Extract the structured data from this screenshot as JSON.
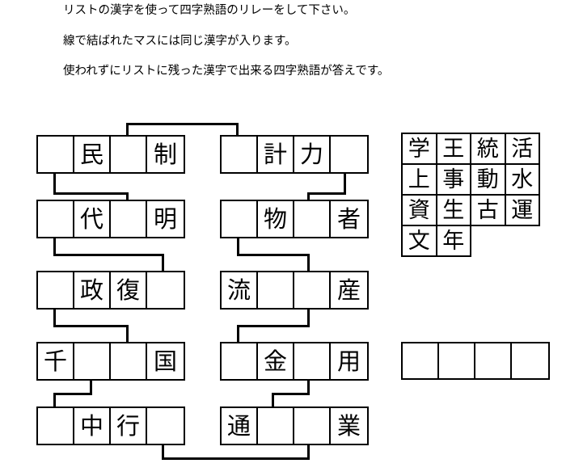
{
  "instructions": [
    "リストの漢字を使って四字熟語のリレーをして下さい。",
    "線で結ばれたマスには同じ漢字が入ります。",
    "使われずにリストに残った漢字で出来る四字熟語が答えです。"
  ],
  "puzzle": {
    "left_column": {
      "rows": [
        {
          "cells": [
            "",
            "民",
            "",
            "制"
          ]
        },
        {
          "cells": [
            "",
            "代",
            "",
            "明"
          ]
        },
        {
          "cells": [
            "",
            "政",
            "復",
            ""
          ]
        },
        {
          "cells": [
            "千",
            "",
            "",
            "国"
          ]
        },
        {
          "cells": [
            "",
            "中",
            "行",
            ""
          ]
        }
      ]
    },
    "right_column": {
      "rows": [
        {
          "cells": [
            "",
            "計",
            "力",
            ""
          ]
        },
        {
          "cells": [
            "",
            "物",
            "",
            "者"
          ]
        },
        {
          "cells": [
            "流",
            "",
            "",
            "産"
          ]
        },
        {
          "cells": [
            "",
            "金",
            "",
            "用"
          ]
        },
        {
          "cells": [
            "通",
            "",
            "",
            "業"
          ]
        }
      ]
    }
  },
  "kanji_list": {
    "rows": [
      [
        "学",
        "王",
        "統",
        "活"
      ],
      [
        "上",
        "事",
        "動",
        "水"
      ],
      [
        "資",
        "生",
        "古",
        "運"
      ],
      [
        "文",
        "年",
        "",
        ""
      ]
    ]
  },
  "answer_box": {
    "cells": [
      "",
      "",
      "",
      ""
    ]
  },
  "colors": {
    "ink": "#000000",
    "paper": "#ffffff"
  }
}
